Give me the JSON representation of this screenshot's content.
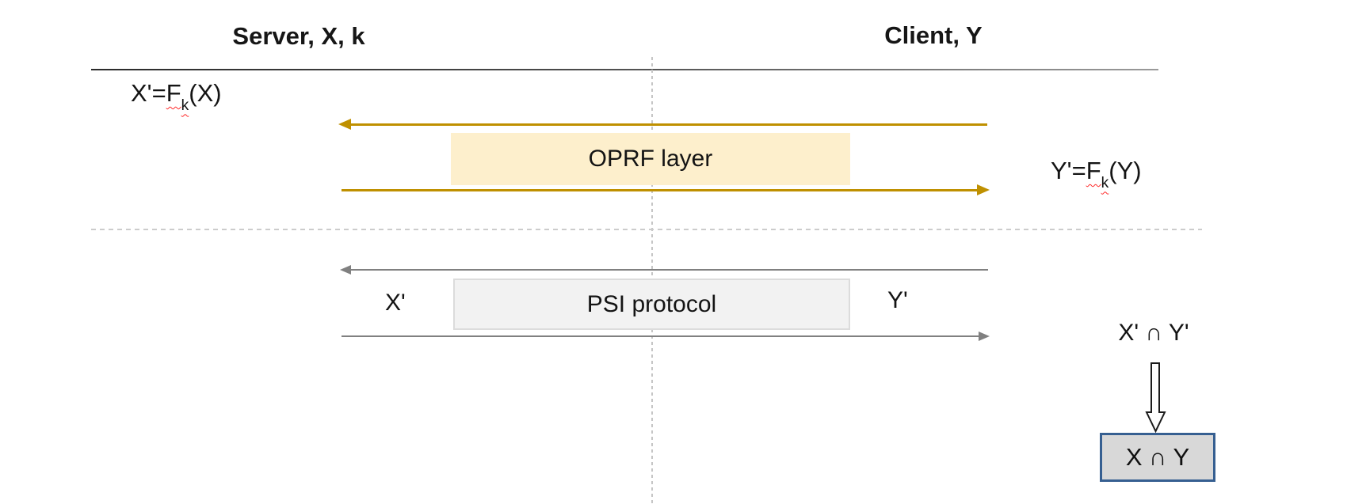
{
  "diagram": {
    "participants": {
      "server": "Server, X, k",
      "client": "Client, Y"
    },
    "oprf": {
      "label": "OPRF layer",
      "server_formula": {
        "lhs": "X'=",
        "func": "F",
        "sub": "k",
        "arg": "(X)"
      },
      "client_formula": {
        "lhs": "Y'=",
        "func": "F",
        "sub": "k",
        "arg": "(Y)"
      }
    },
    "psi": {
      "label": "PSI protocol",
      "server_input": "X'",
      "client_input": "Y'"
    },
    "result": {
      "intermediate": "X' ∩ Y'",
      "final": "X ∩ Y"
    },
    "colors": {
      "gold_arrow": "#BF9000",
      "oprf_fill": "#FDEFCC",
      "gray_arrow": "#808080",
      "psi_fill": "#F2F2F2",
      "psi_border": "#DCDCDC",
      "result_fill": "#D8D8D8",
      "result_border": "#365F91",
      "spellcheck_squiggle": "#FF2A2A"
    }
  }
}
